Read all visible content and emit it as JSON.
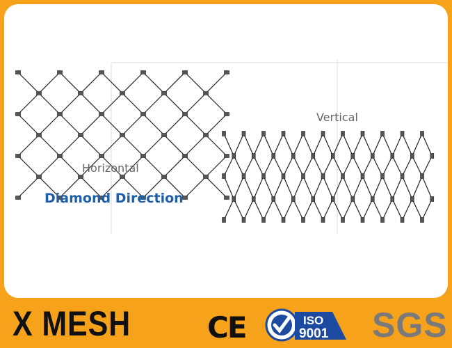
{
  "labels": {
    "horizontal": "Horizontal",
    "vertical": "Vertical",
    "title": "Diamond Direction"
  },
  "footer": {
    "brand": "X MESH",
    "ce": "CE",
    "iso": "ISO",
    "iso_number": "9001",
    "sgs": "SGS"
  },
  "colors": {
    "background": "#f7a21b",
    "panel": "#ffffff",
    "title": "#1f5fa8",
    "mesh": "#222222",
    "iso_blue": "#1b4aa0"
  },
  "icons": [
    "ce-mark-icon",
    "iso-certification-icon",
    "sgs-logo-icon"
  ]
}
